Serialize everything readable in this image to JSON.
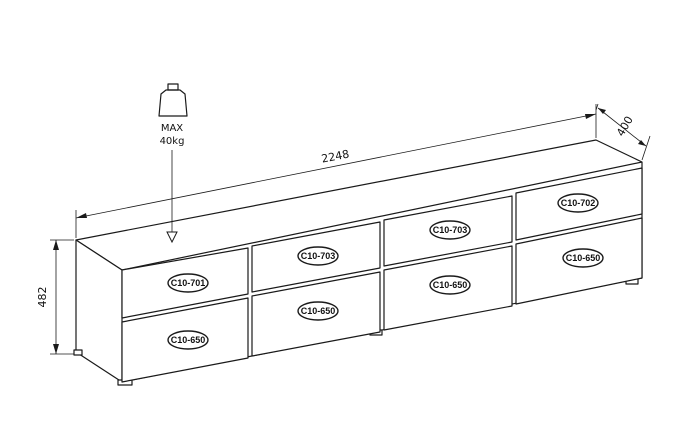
{
  "dimensions": {
    "width": "2248",
    "depth": "400",
    "height": "482"
  },
  "load": {
    "label_line1": "MAX",
    "label_line2": "40kg"
  },
  "drawer_labels": {
    "top_row": [
      "C10-701",
      "C10-703",
      "C10-703",
      "C10-702"
    ],
    "bottom_row": [
      "C10-650",
      "C10-650",
      "C10-650",
      "C10-650"
    ]
  }
}
